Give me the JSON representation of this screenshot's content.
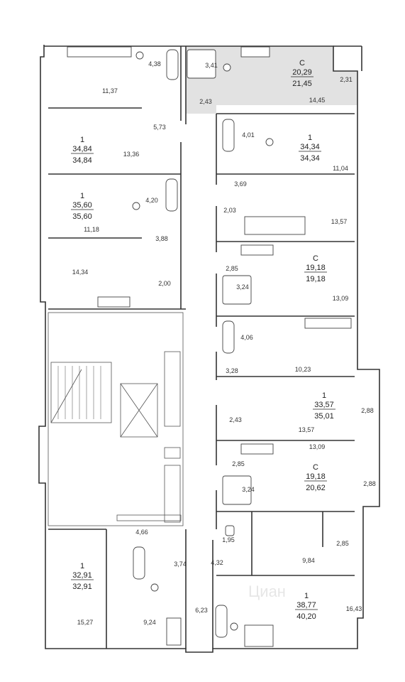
{
  "apartments": [
    {
      "type": "С",
      "living_area": "20,29",
      "total_area": "21,45",
      "highlighted": true
    },
    {
      "type": "1",
      "living_area": "34,84",
      "total_area": "34,84",
      "highlighted": false
    },
    {
      "type": "1",
      "living_area": "34,34",
      "total_area": "34,34",
      "highlighted": false
    },
    {
      "type": "1",
      "living_area": "35,60",
      "total_area": "35,60",
      "highlighted": false
    },
    {
      "type": "С",
      "living_area": "19,18",
      "total_area": "19,18",
      "highlighted": false
    },
    {
      "type": "1",
      "living_area": "33,57",
      "total_area": "35,01",
      "highlighted": false
    },
    {
      "type": "С",
      "living_area": "19,18",
      "total_area": "20,62",
      "highlighted": false
    },
    {
      "type": "1",
      "living_area": "32,91",
      "total_area": "32,91",
      "highlighted": false
    },
    {
      "type": "1",
      "living_area": "38,77",
      "total_area": "40,20",
      "highlighted": false
    }
  ],
  "room_areas": [
    "4,38",
    "3,41",
    "2,31",
    "11,37",
    "2,43",
    "14,45",
    "5,73",
    "4,01",
    "13,36",
    "11,04",
    "3,69",
    "4,20",
    "2,03",
    "11,18",
    "13,57",
    "3,88",
    "14,34",
    "2,85",
    "3,24",
    "2,00",
    "13,09",
    "4,06",
    "3,28",
    "10,23",
    "2,88",
    "2,43",
    "13,57",
    "13,09",
    "2,85",
    "3,24",
    "2,88",
    "4,66",
    "1,95",
    "3,74",
    "4,32",
    "2,85",
    "9,84",
    "6,23",
    "15,27",
    "9,24",
    "16,43"
  ],
  "colors": {
    "highlight": "#e2e2e2",
    "walls": "#333333"
  },
  "watermark": "Циан"
}
